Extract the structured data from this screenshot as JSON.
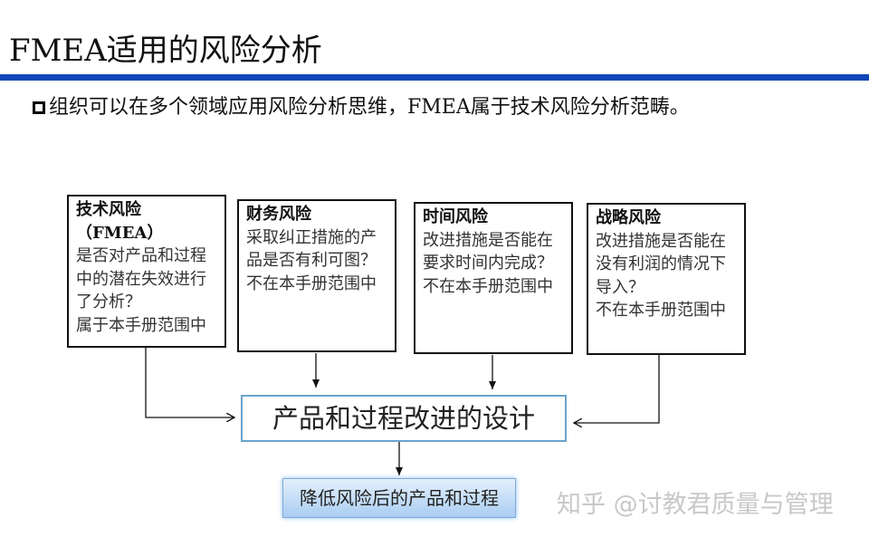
{
  "slide": {
    "title": "FMEA适用的风险分析",
    "accent_color": "#1046b8",
    "intro_text": "组织可以在多个领域应用风险分析思维，FMEA属于技术风险分析范畴。"
  },
  "risk_boxes": [
    {
      "heading": "技术风险（FMEA）",
      "body": "是否对产品和过程中的潜在失效进行了分析？",
      "scope": "属于本手册范围中"
    },
    {
      "heading": "财务风险",
      "body": "采取纠正措施的产品是否有利可图？",
      "scope": "不在本手册范围中"
    },
    {
      "heading": "时间风险",
      "body": "改进措施是否能在要求时间内完成？",
      "scope": "不在本手册范围中"
    },
    {
      "heading": "战略风险",
      "body": "改进措施是否能在没有利润的情况下导入？",
      "scope": "不在本手册范围中"
    }
  ],
  "center_box": {
    "label": "产品和过程改进的设计",
    "border_color": "#6aa3cc"
  },
  "result_box": {
    "label": "降低风险后的产品和过程"
  },
  "watermark": "知乎 @讨教君质量与管理"
}
